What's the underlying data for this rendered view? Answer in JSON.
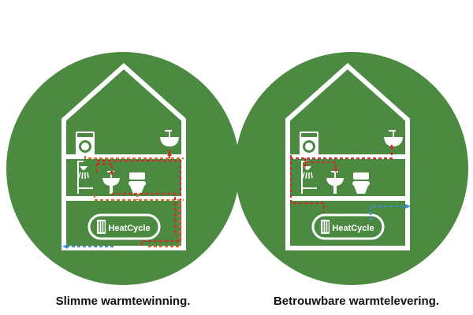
{
  "captions": {
    "left": "Slimme warmtewinning.",
    "right": "Betrouwbare warmtelevering."
  },
  "unit": {
    "label": "HeatCycle"
  },
  "colors": {
    "circle": "#4d8a41",
    "house_line": "#ffffff",
    "hot_pipe": "#c8312c",
    "warm_pipe": "#d86a2a",
    "cold_pipe": "#3f8ecf",
    "caption": "#111111"
  },
  "icons": [
    "washing-machine-icon",
    "sink-icon",
    "shower-icon",
    "toilet-icon",
    "heat-pump-unit-icon"
  ]
}
